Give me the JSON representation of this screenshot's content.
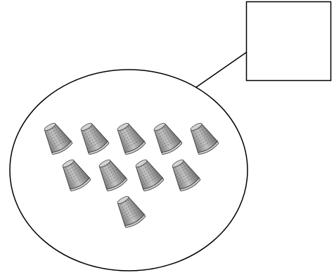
{
  "diagram": {
    "answer_box": {
      "text": ""
    },
    "group": {
      "item_icon": "thimble-icon",
      "item_count": 10,
      "rows": [
        5,
        4,
        1
      ]
    },
    "colors": {
      "outline": "#000000",
      "background": "#ffffff",
      "thimble_body": "#9a9a9a",
      "thimble_light": "#d4d4d4",
      "thimble_dark": "#444444",
      "thimble_dots": "#6a6a6a"
    }
  }
}
